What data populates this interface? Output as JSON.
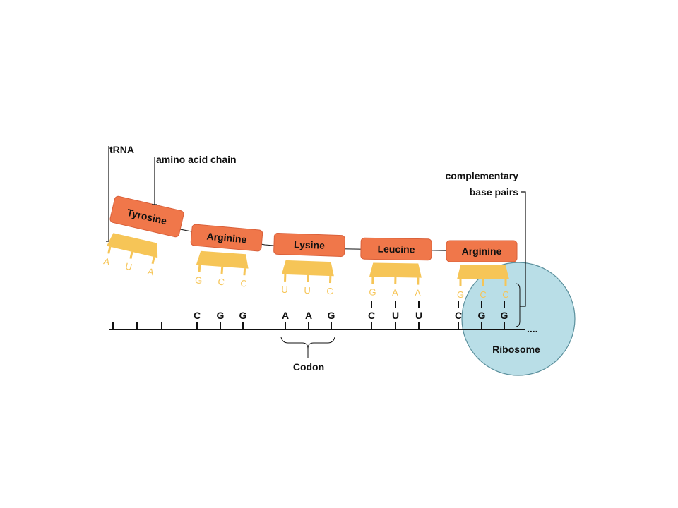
{
  "labels": {
    "trna": "tRNA",
    "amino_acid_chain": "amino acid chain",
    "complementary_line1": "complementary",
    "complementary_line2": "base pairs",
    "codon": "Codon",
    "ribosome": "Ribosome",
    "ellipsis": "...."
  },
  "amino_acids": [
    "Tyrosine",
    "Arginine",
    "Lysine",
    "Leucine",
    "Arginine"
  ],
  "anticodons": [
    [
      "A",
      "U",
      "A"
    ],
    [
      "G",
      "C",
      "C"
    ],
    [
      "U",
      "U",
      "C"
    ],
    [
      "G",
      "A",
      "A"
    ],
    [
      "G",
      "C",
      "C"
    ]
  ],
  "mrna_bases": [
    "C",
    "G",
    "G",
    "A",
    "A",
    "G",
    "C",
    "U",
    "U",
    "C",
    "G",
    "G"
  ],
  "colors": {
    "amino_acid_fill": "#f0774a",
    "amino_acid_stroke": "#d9603a",
    "trna_fill": "#f6c557",
    "ribosome_fill": "#b9dee7",
    "ribosome_stroke": "#5a8f9c",
    "line": "#111111"
  }
}
